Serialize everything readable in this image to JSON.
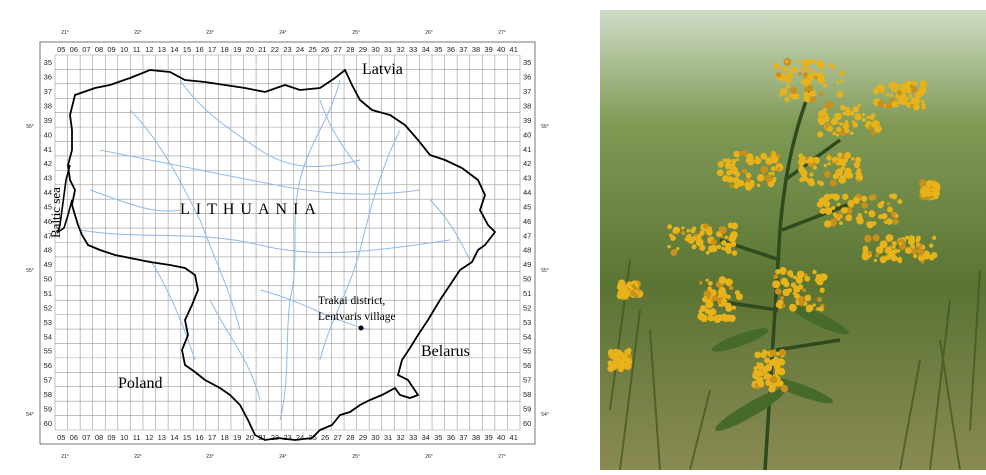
{
  "map": {
    "country_label": "LITHUANIA",
    "neighbors": {
      "latvia": "Latvia",
      "belarus": "Belarus",
      "poland": "Poland"
    },
    "sea_label": "Baltic sea",
    "site_label_line1": "Trakai district,",
    "site_label_line2": "Lentvaris  village",
    "grid_columns": [
      "05",
      "06",
      "07",
      "08",
      "09",
      "10",
      "11",
      "12",
      "13",
      "14",
      "15",
      "16",
      "17",
      "18",
      "19",
      "20",
      "21",
      "22",
      "23",
      "24",
      "25",
      "26",
      "27",
      "28",
      "29",
      "30",
      "31",
      "32",
      "33",
      "34",
      "35",
      "36",
      "37",
      "38",
      "39",
      "40",
      "41"
    ],
    "grid_rows": [
      "35",
      "36",
      "37",
      "38",
      "39",
      "40",
      "41",
      "42",
      "43",
      "44",
      "45",
      "46",
      "47",
      "48",
      "49",
      "50",
      "51",
      "52",
      "53",
      "54",
      "55",
      "56",
      "57",
      "58",
      "59",
      "60"
    ],
    "longitudes": [
      "21°",
      "22°",
      "23°",
      "24°",
      "25°",
      "26°",
      "27°"
    ],
    "latitudes": [
      "56°",
      "55°",
      "54°"
    ],
    "colors": {
      "border": "#000000",
      "rivers": "#8fb9e6",
      "grid": "#9a9a9a"
    }
  },
  "photo": {
    "subject": "goldenrod-flowering-plant",
    "colors": {
      "flowers": "#e8b21a",
      "foliage": "#4f6a2e",
      "sky": "#dfe8d8"
    }
  }
}
